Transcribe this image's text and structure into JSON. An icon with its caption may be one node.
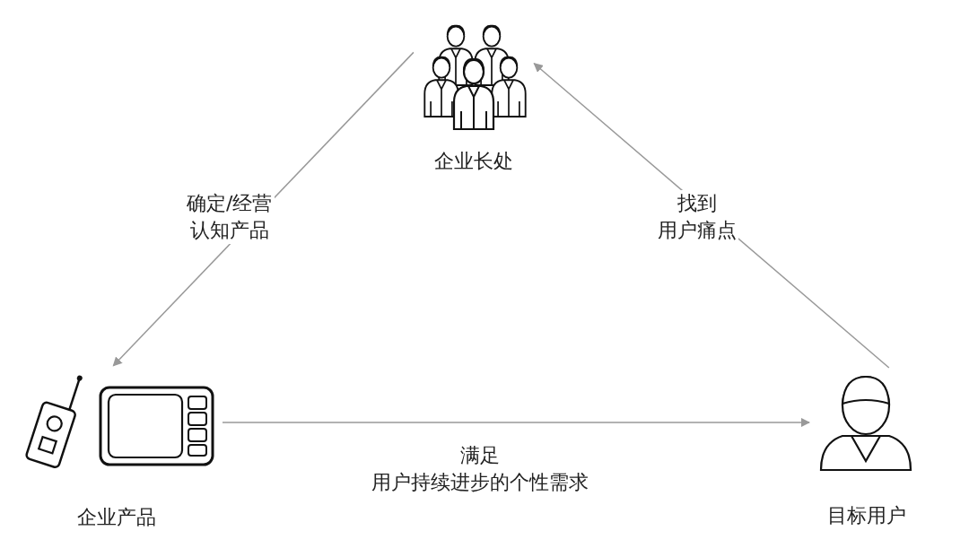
{
  "diagram": {
    "nodes": [
      {
        "text": [
          "企业长处"
        ]
      },
      {
        "text": [
          "企业产品"
        ]
      },
      {
        "text": [
          "目标用户"
        ]
      }
    ],
    "edges": [
      {
        "from": 0,
        "to": 1,
        "arrow": "to",
        "label": "确定/经营认知产品"
      },
      {
        "from": 1,
        "to": 2,
        "arrow": "to",
        "label": "满足用户持续进步的个性需求"
      },
      {
        "from": 2,
        "to": 0,
        "arrow": "to",
        "label": "找到用户痛点"
      }
    ]
  }
}
